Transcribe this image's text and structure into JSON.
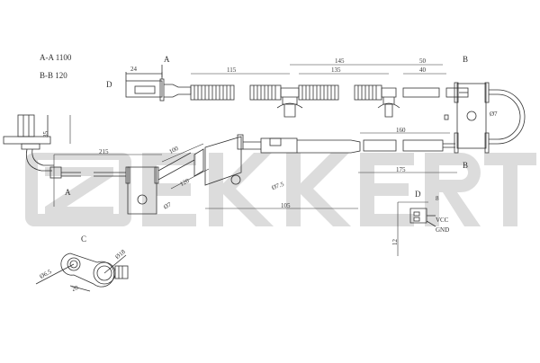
{
  "drawing": {
    "title": "ABS wheel speed sensor technical drawing",
    "brand_watermark": "ZEKKERT",
    "watermark_color": "#d9d9d9",
    "line_color": "#333333",
    "section_notes": {
      "aa": "A-A 1100",
      "bb": "B-B 120"
    },
    "section_marks": {
      "a_top": "A",
      "a_bottom": "A",
      "b_top": "B",
      "b_bottom": "B",
      "c": "C",
      "d_left": "D",
      "d_detail": "D"
    },
    "dimensions": {
      "connector_len": "24",
      "seg_115": "115",
      "seg_145": "145",
      "seg_135": "135",
      "seg_50": "50",
      "seg_40": "40",
      "hole_b": "Ø7",
      "sensor_height": "35",
      "seg_215": "215",
      "seg_100": "100",
      "seg_120": "120",
      "hole_bracket1": "Ø7",
      "hole_bracket2": "Ø7.5",
      "seg_105": "105",
      "seg_160": "160",
      "seg_175": "175",
      "detail_d_width": "8",
      "detail_d_height": "12",
      "detail_c_hole": "Ø6.5",
      "detail_c_dia": "Ø18",
      "detail_c_span": "20"
    },
    "pin_labels": {
      "vcc": "VCC",
      "gnd": "GND"
    }
  }
}
